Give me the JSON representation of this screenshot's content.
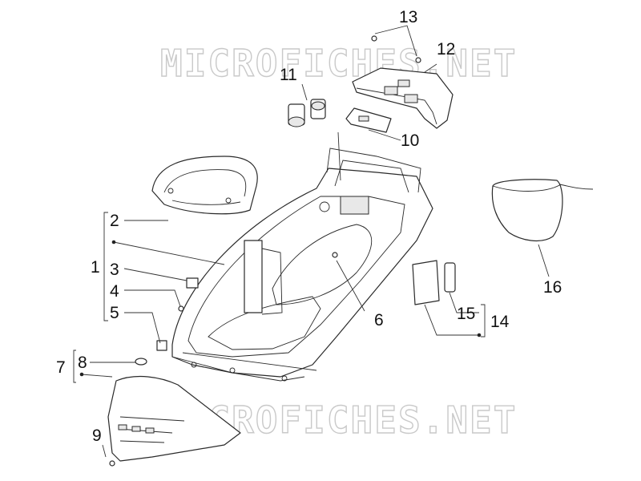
{
  "watermark": "MICROFICHES.NET",
  "callouts": {
    "c1": "1",
    "c2": "2",
    "c3": "3",
    "c4": "4",
    "c5": "5",
    "c6": "6",
    "c7": "7",
    "c8": "8",
    "c9": "9",
    "c10": "10",
    "c11": "11",
    "c12": "12",
    "c13": "13",
    "c14": "14",
    "c15": "15",
    "c16": "16"
  }
}
